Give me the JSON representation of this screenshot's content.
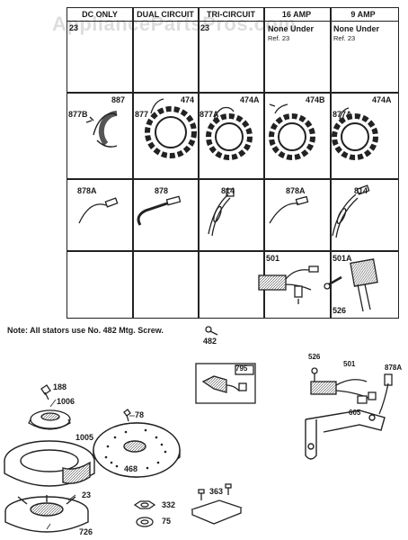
{
  "watermark": "AppliancePartsPros.com",
  "columns": [
    "DC ONLY",
    "DUAL CIRCUIT",
    "TRI-CIRCUIT",
    "16 AMP",
    "9 AMP"
  ],
  "row1": {
    "c1": "23",
    "c3": "23",
    "c4_note_line1": "None Under",
    "c4_note_line2": "Ref. 23",
    "c5_note_line1": "None Under",
    "c5_note_line2": "Ref. 23"
  },
  "row2": {
    "c1_a": "887",
    "c1_b": "877B",
    "c2_a": "474",
    "c2_b": "877",
    "c3_a": "474A",
    "c3_b": "877A",
    "c4_a": "474B",
    "c5_a": "474A",
    "c5_b": "877A"
  },
  "row3": {
    "c1": "878A",
    "c2": "878",
    "c3": "814",
    "c4": "878A",
    "c5": "814"
  },
  "row4": {
    "c4": "501",
    "c5_a": "501A",
    "c5_b": "526"
  },
  "note": "Note: All stators use No. 482 Mtg. Screw.",
  "parts": {
    "p482": "482",
    "p188": "188",
    "p1006": "1006",
    "p1005": "1005",
    "p78": "78",
    "p468": "468",
    "p23": "23",
    "p726": "726",
    "p332": "332",
    "p75": "75",
    "p363": "363",
    "p795": "795",
    "p526": "526",
    "p501": "501",
    "p878A": "878A",
    "p605": "605"
  }
}
